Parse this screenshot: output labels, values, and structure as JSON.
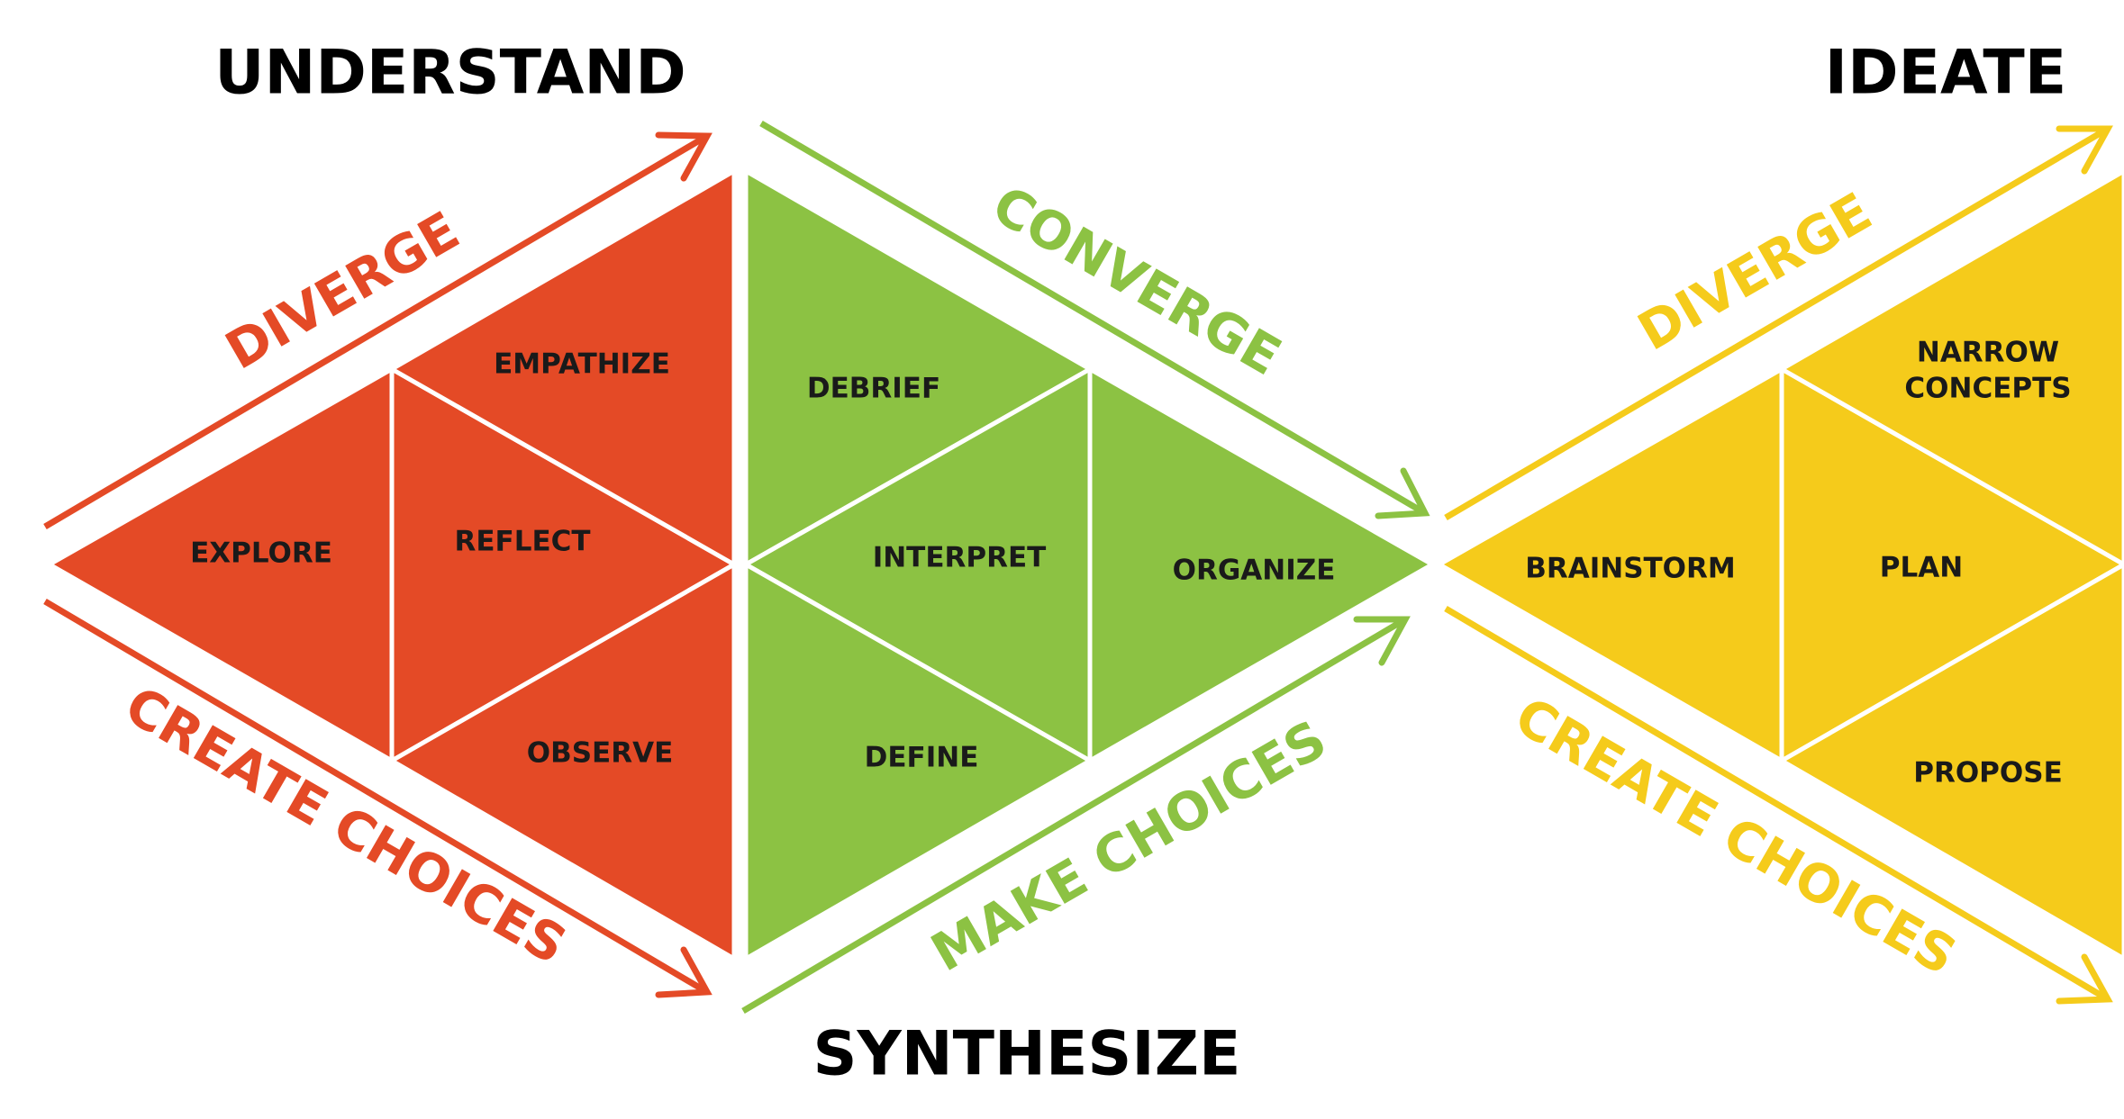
{
  "colors": {
    "understand": "#E44A26",
    "synthesize": "#8CC243",
    "ideate": "#F5CB1B",
    "title": "#000000",
    "step_text": "#1a1a1a"
  },
  "understand": {
    "title": "UNDERSTAND",
    "top_flow": "DIVERGE",
    "bottom_flow": "CREATE CHOICES",
    "steps": {
      "empathize": "EMPATHIZE",
      "explore": "EXPLORE",
      "reflect": "REFLECT",
      "observe": "OBSERVE"
    }
  },
  "synthesize": {
    "title": "SYNTHESIZE",
    "top_flow": "CONVERGE",
    "bottom_flow": "MAKE CHOICES",
    "steps": {
      "debrief": "DEBRIEF",
      "interpret": "INTERPRET",
      "organize": "ORGANIZE",
      "define": "DEFINE"
    }
  },
  "ideate": {
    "title": "IDEATE",
    "top_flow": "DIVERGE",
    "bottom_flow": "CREATE CHOICES",
    "steps": {
      "narrow_line1": "NARROW",
      "narrow_line2": "CONCEPTS",
      "brainstorm": "BRAINSTORM",
      "plan": "PLAN",
      "propose": "PROPOSE"
    }
  }
}
